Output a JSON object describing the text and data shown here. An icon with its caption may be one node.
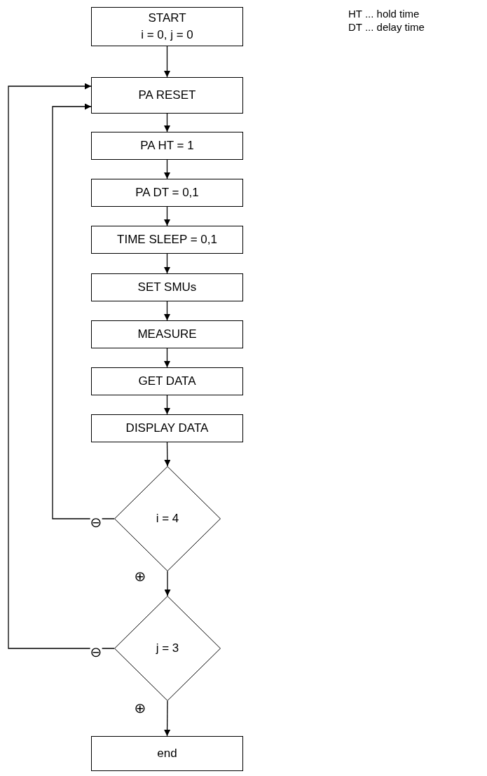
{
  "diagram": {
    "nodes": [
      {
        "text": [
          "START",
          "i = 0, j = 0"
        ]
      },
      {
        "text": [
          "PA RESET"
        ]
      },
      {
        "text": [
          "PA HT = 1"
        ]
      },
      {
        "text": [
          "PA DT = 0,1"
        ]
      },
      {
        "text": [
          "TIME SLEEP = 0,1"
        ]
      },
      {
        "text": [
          "SET SMUs"
        ]
      },
      {
        "text": [
          "MEASURE"
        ]
      },
      {
        "text": [
          "GET DATA"
        ]
      },
      {
        "text": [
          "DISPLAY DATA"
        ]
      },
      {
        "text": [
          "i = 4"
        ]
      },
      {
        "text": [
          "j = 3"
        ]
      },
      {
        "text": [
          "end"
        ]
      }
    ],
    "edges": [
      {
        "from": 0,
        "to": 1,
        "arrow": "to"
      },
      {
        "from": 1,
        "to": 2,
        "arrow": "to"
      },
      {
        "from": 2,
        "to": 3,
        "arrow": "to"
      },
      {
        "from": 3,
        "to": 4,
        "arrow": "to"
      },
      {
        "from": 4,
        "to": 5,
        "arrow": "to"
      },
      {
        "from": 5,
        "to": 6,
        "arrow": "to"
      },
      {
        "from": 6,
        "to": 7,
        "arrow": "to"
      },
      {
        "from": 7,
        "to": 8,
        "arrow": "to"
      },
      {
        "from": 8,
        "to": 9,
        "arrow": "to"
      },
      {
        "from": 9,
        "to": 1,
        "arrow": "to",
        "label": "⊖"
      },
      {
        "from": 9,
        "to": 10,
        "arrow": "to",
        "label": "⊕"
      },
      {
        "from": 10,
        "to": 1,
        "arrow": "to",
        "label": "⊖"
      },
      {
        "from": 10,
        "to": 11,
        "arrow": "to",
        "label": "⊕"
      }
    ],
    "labels": [
      "HT ... hold time",
      "DT ... delay time"
    ]
  }
}
